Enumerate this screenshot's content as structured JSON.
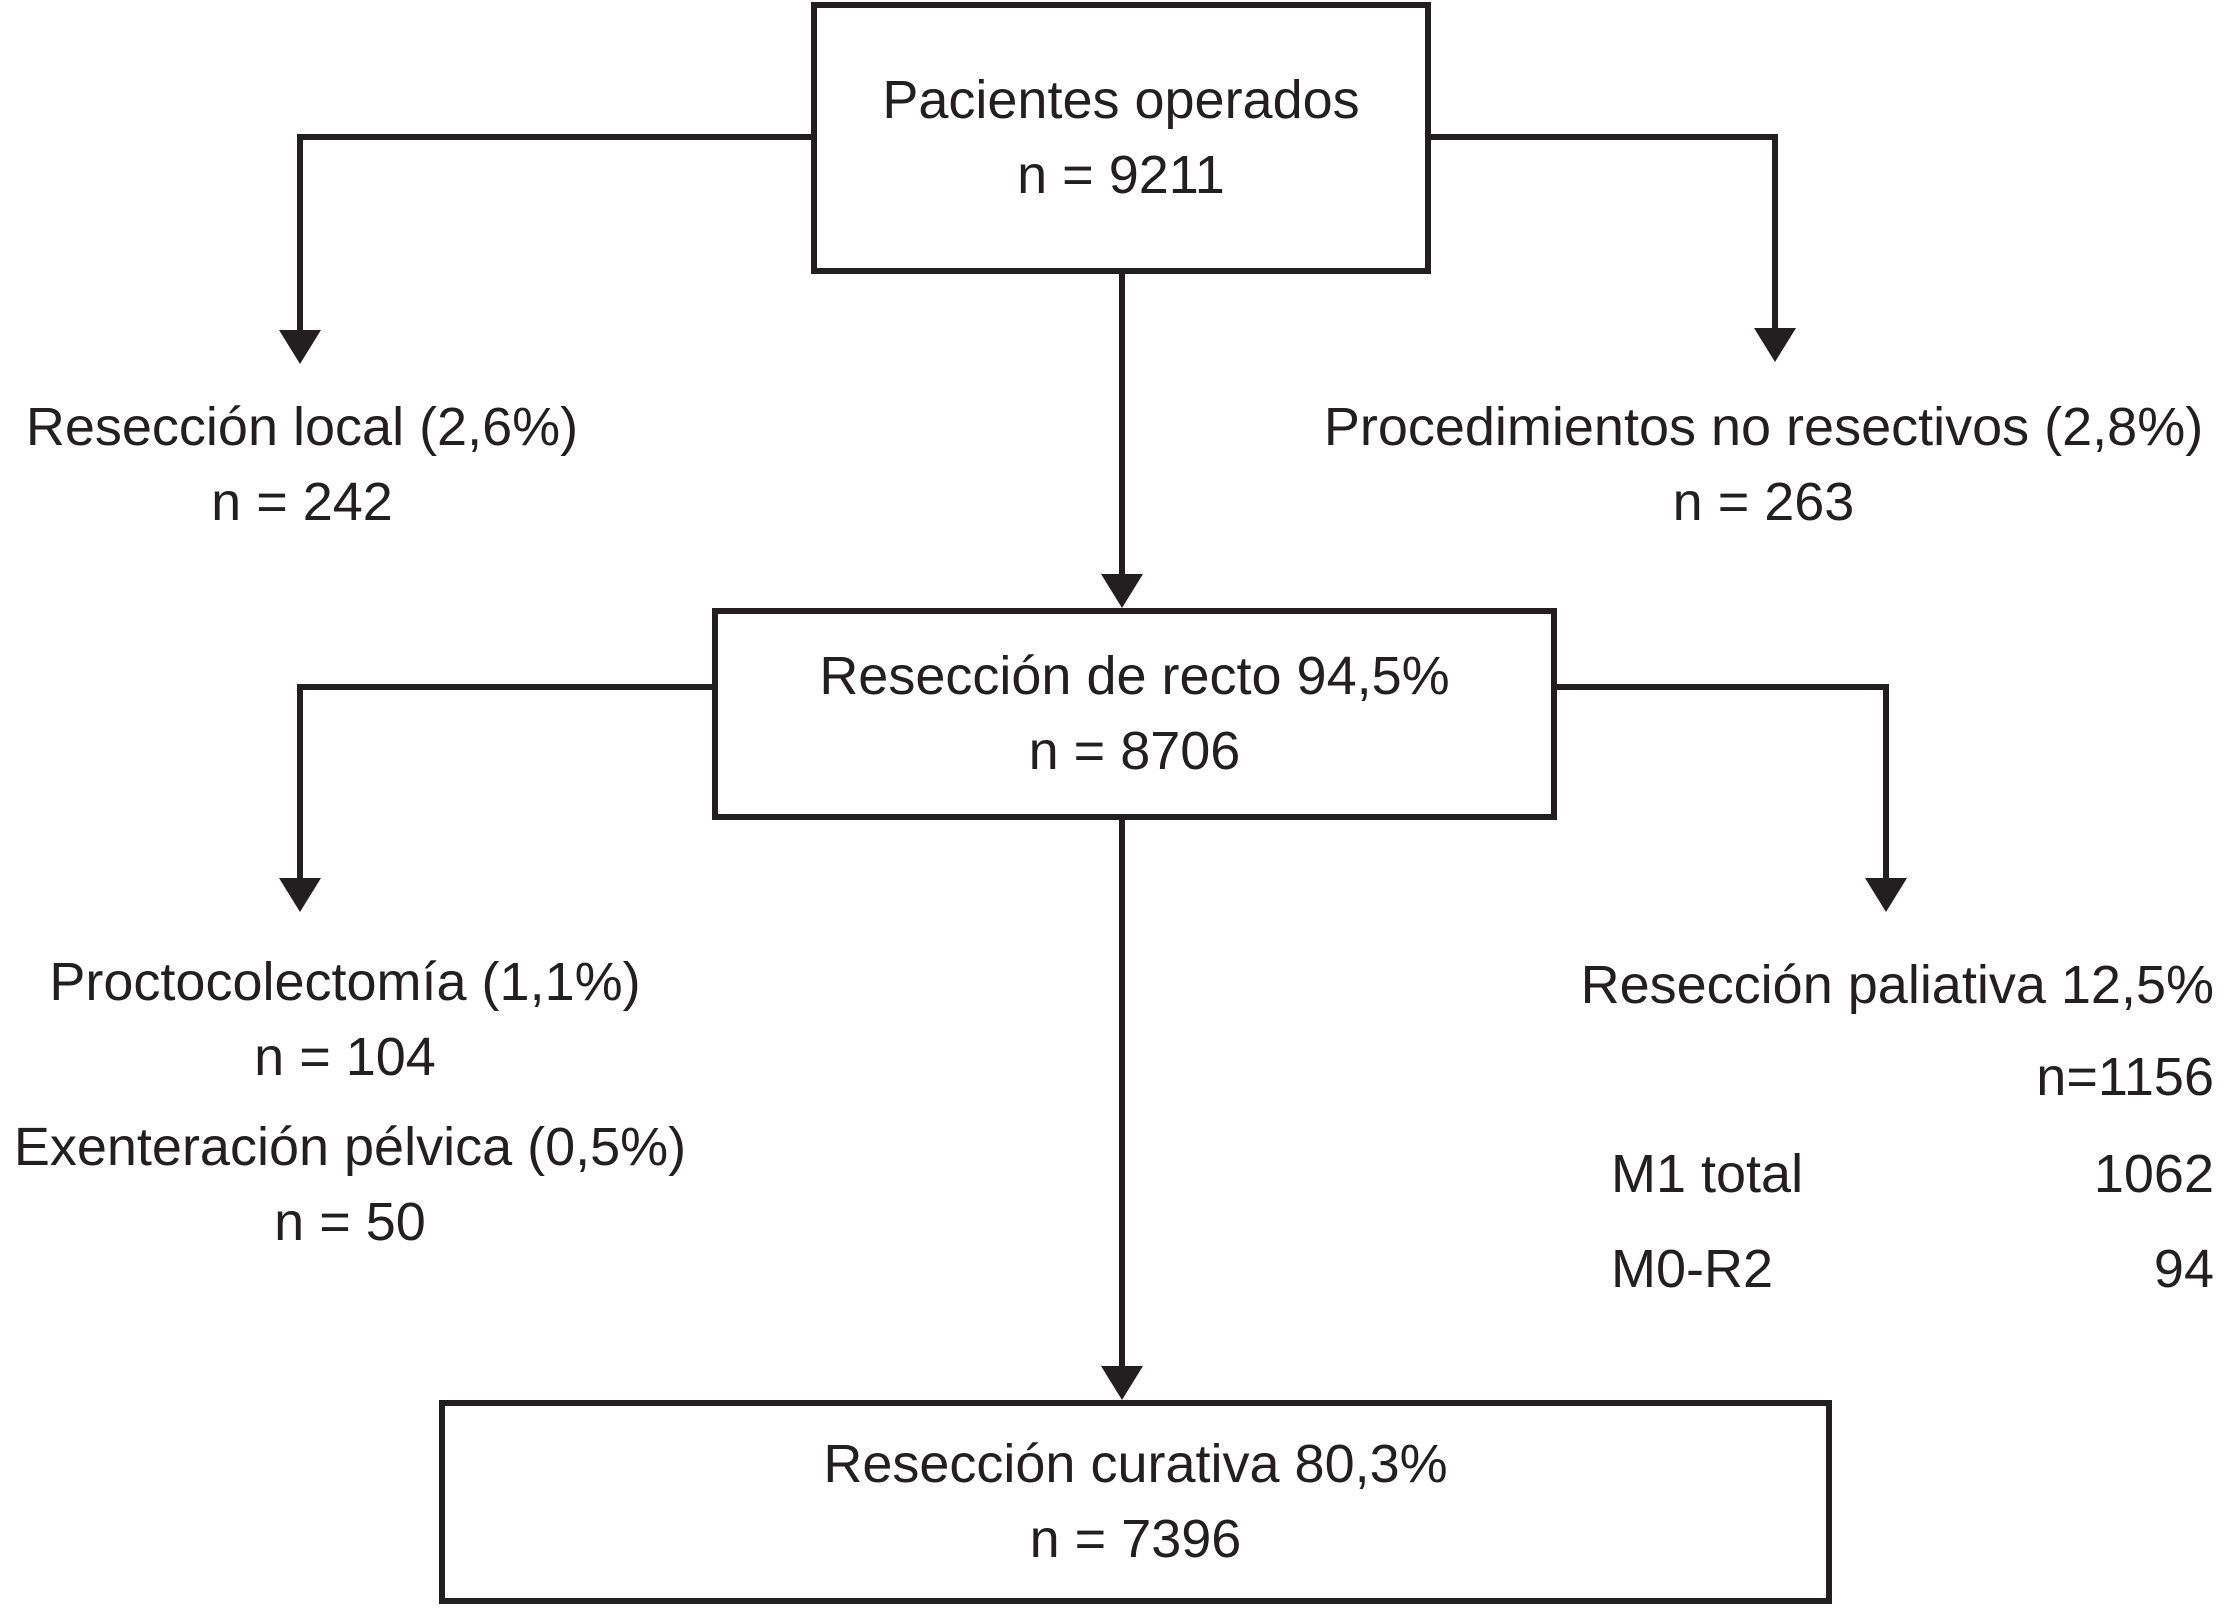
{
  "diagram": {
    "type": "flowchart",
    "language": "es",
    "colors": {
      "line": "#231f20",
      "background": "#ffffff"
    },
    "nodes": {
      "top_box": {
        "line1": "Pacientes operados",
        "line2": "n = 9211"
      },
      "left_branch_1": {
        "line1": "Resección local (2,6%)",
        "line2": "n = 242"
      },
      "right_branch_1": {
        "line1": "Procedimientos no resectivos (2,8%)",
        "line2": "n = 263"
      },
      "mid_box": {
        "line1": "Resección de recto 94,5%",
        "line2": "n = 8706"
      },
      "left_branch_2a": {
        "line1": "Proctocolectomía (1,1%)",
        "line2": "n = 104"
      },
      "left_branch_2b": {
        "line1": "Exenteración pélvica (0,5%)",
        "line2": "n = 50"
      },
      "right_branch_2": {
        "line1": "Resección paliativa 12,5%",
        "line2": "n=1156",
        "rows": [
          {
            "label": "M1 total",
            "value": "1062"
          },
          {
            "label": "M0-R2",
            "value": "94"
          }
        ]
      },
      "bottom_box": {
        "line1": "Resección curativa 80,3%",
        "line2": "n = 7396"
      }
    }
  }
}
